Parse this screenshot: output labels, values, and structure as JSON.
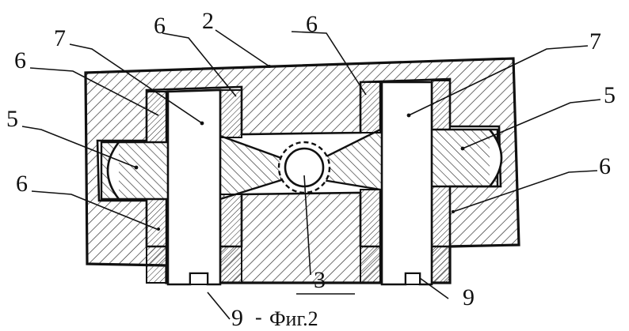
{
  "figure": {
    "caption": "Фиг.2",
    "caption_prefix": "-",
    "labels": {
      "l2": "2",
      "l3": "3",
      "l5_left": "5",
      "l5_right": "5",
      "l6_top_left": "6",
      "l6_left": "6",
      "l6_lower_left": "6",
      "l6_top_right": "6",
      "l6_right": "6",
      "l7_left": "7",
      "l7_right": "7",
      "l9_left": "9",
      "l9_right": "9"
    }
  }
}
